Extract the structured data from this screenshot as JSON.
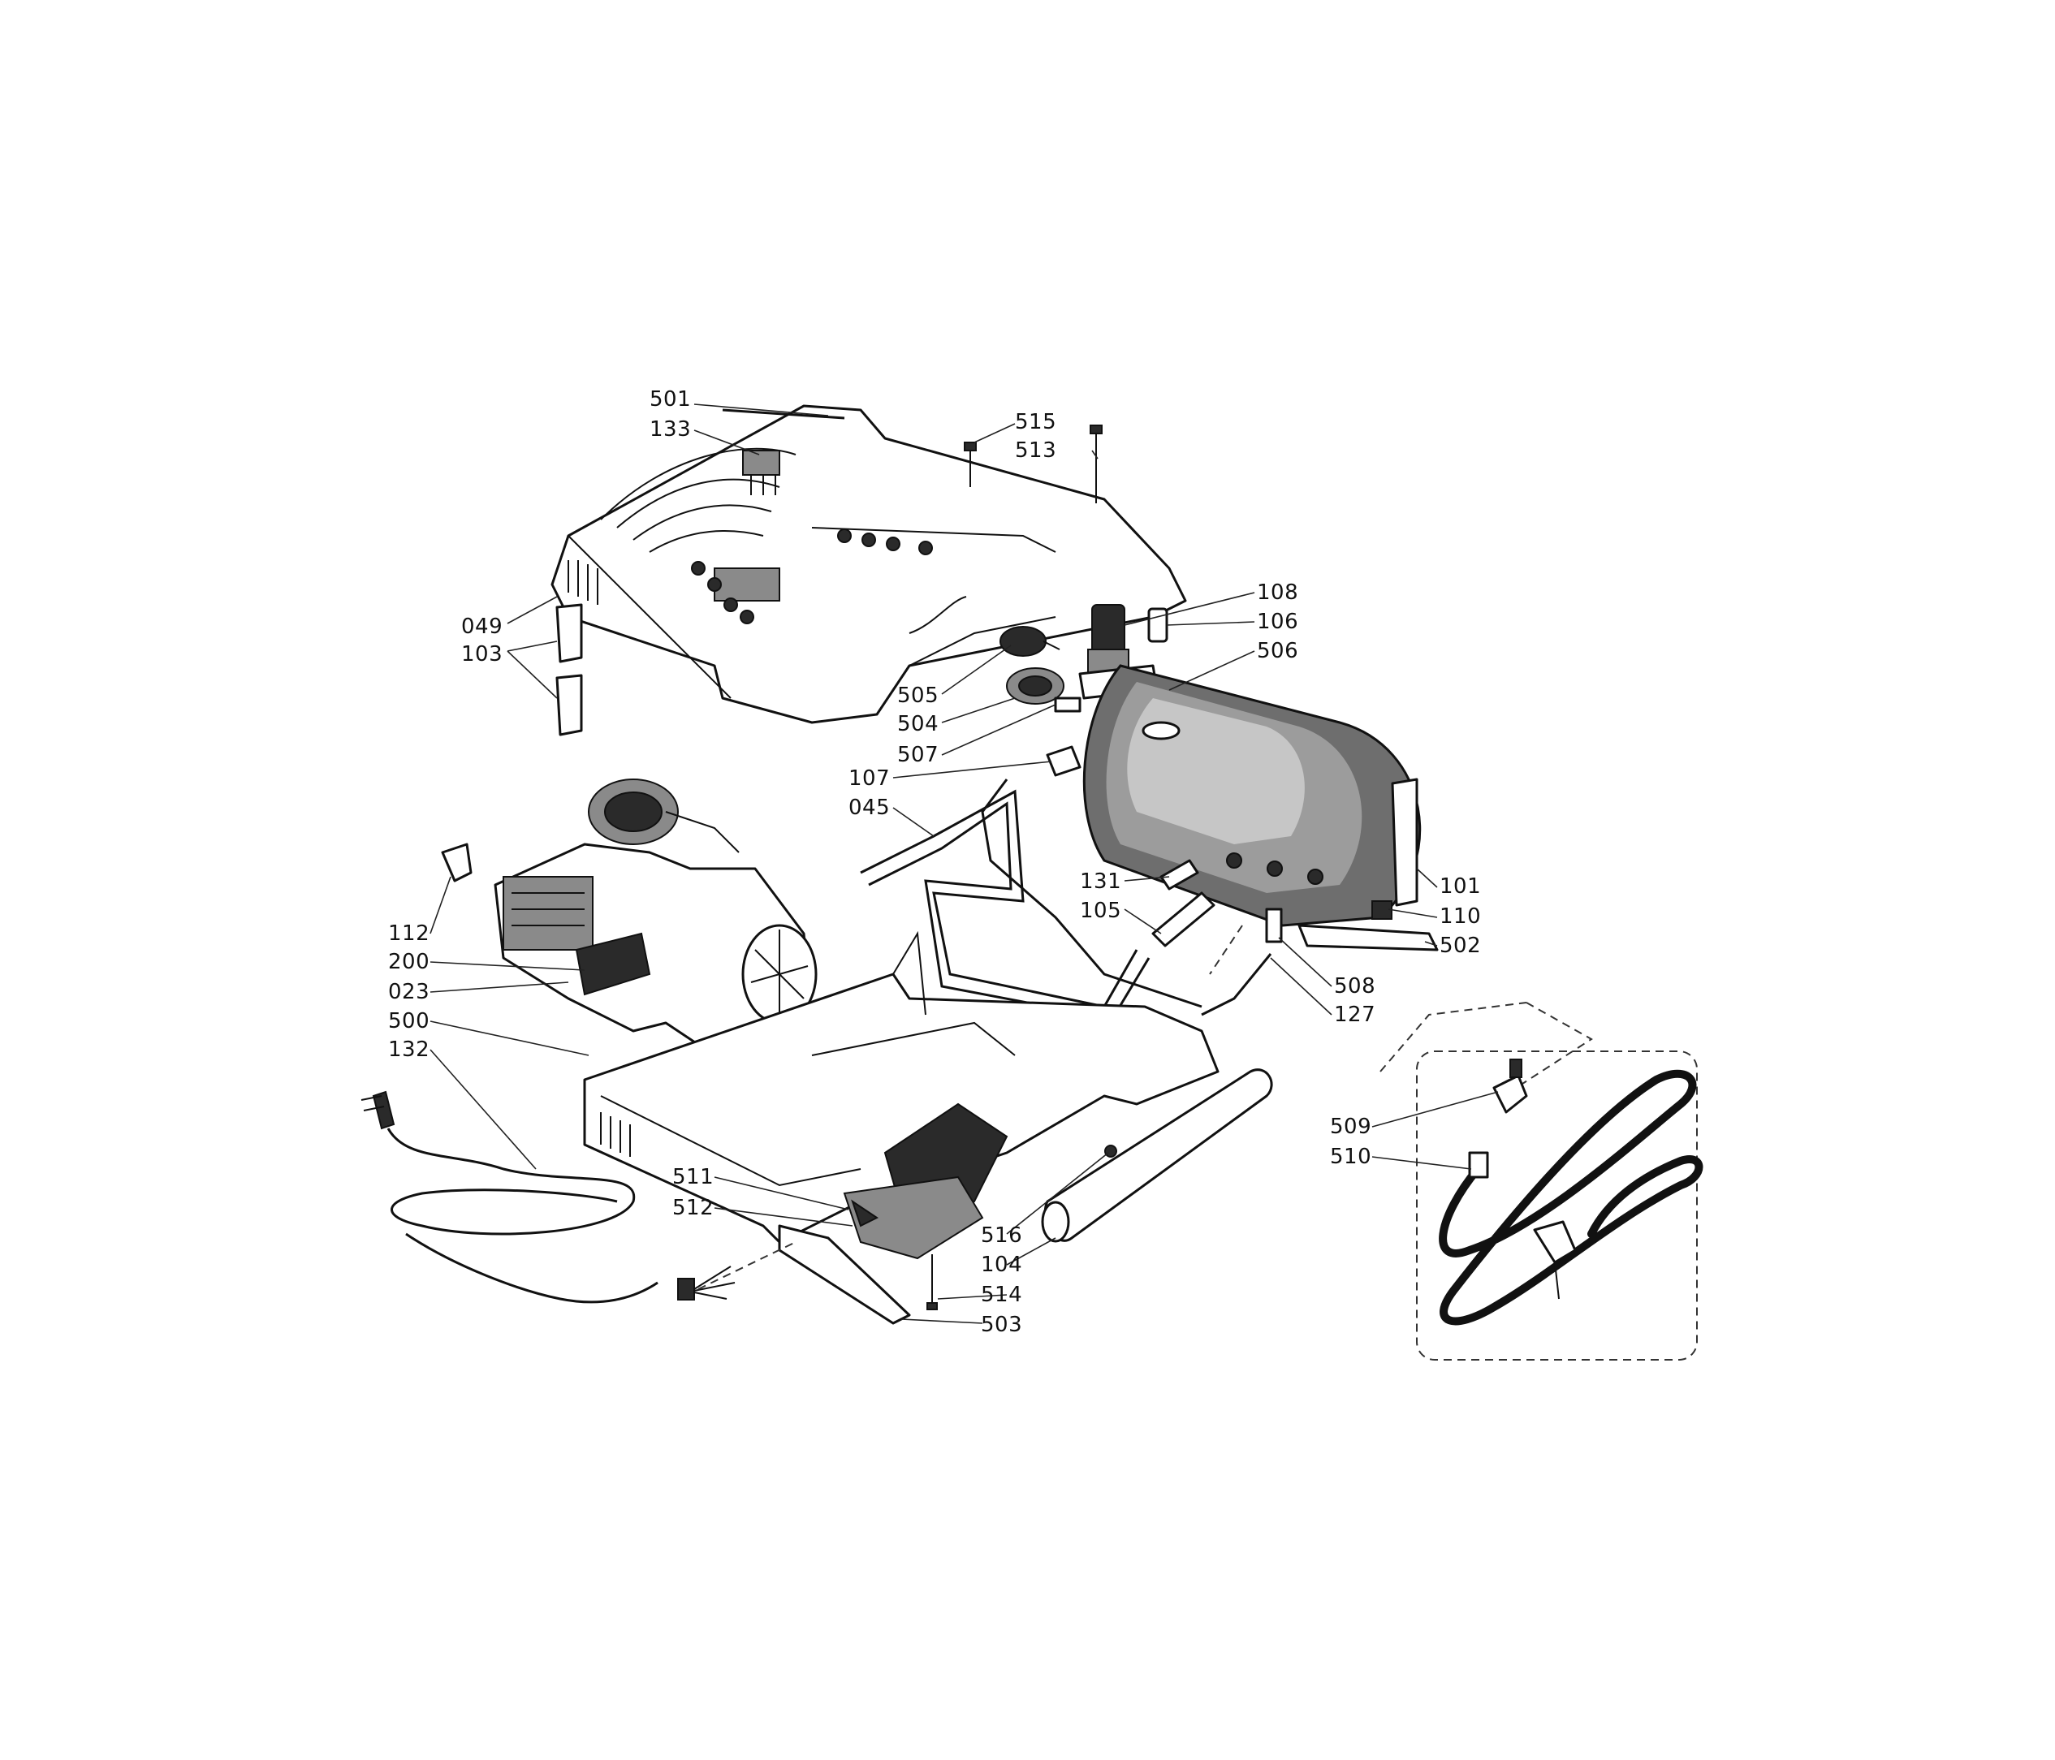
{
  "labels": {
    "l501": "501",
    "l133": "133",
    "l515": "515",
    "l513": "513",
    "l049": "049",
    "l103": "103",
    "l108": "108",
    "l106": "106",
    "l506": "506",
    "l505": "505",
    "l504": "504",
    "l507": "507",
    "l107": "107",
    "l045": "045",
    "l131": "131",
    "l101": "101",
    "l105": "105",
    "l110": "110",
    "l502": "502",
    "l112": "112",
    "l200": "200",
    "l023": "023",
    "l500": "500",
    "l132": "132",
    "l508": "508",
    "l127": "127",
    "l509": "509",
    "l510": "510",
    "l511": "511",
    "l512": "512",
    "l516": "516",
    "l104": "104",
    "l514": "514",
    "l503": "503"
  },
  "icons": {
    "top_cover": "shroud-top-cover",
    "tank": "air-tank",
    "motor": "motor-pump-assembly",
    "base": "base-housing",
    "cord": "power-cord",
    "hose_kit": "air-hose-kit"
  }
}
